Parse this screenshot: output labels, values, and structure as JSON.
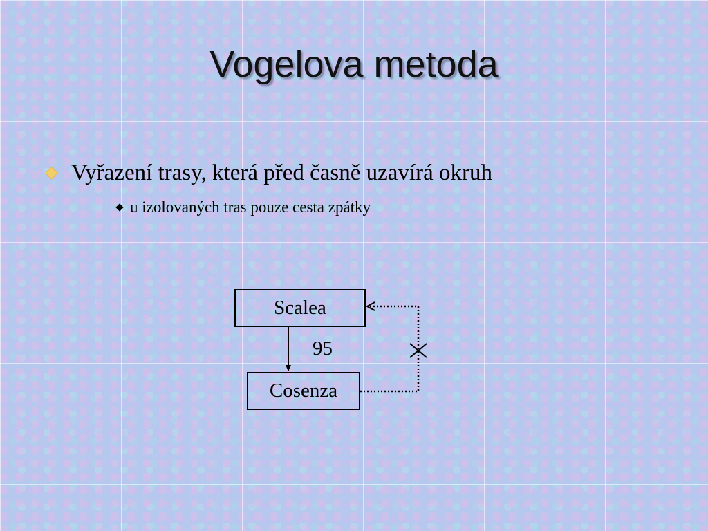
{
  "slide": {
    "title": "Vogelova metoda",
    "bullets": [
      {
        "text": "Vyřazení trasy, která před časně uzavírá okruh",
        "bullet_color": "#f3cf6a"
      },
      {
        "text": "u izolovaných tras pouze cesta zpátky",
        "bullet_color": "#000000"
      }
    ]
  },
  "diagram": {
    "nodes": {
      "scalea": "Scalea",
      "cosenza": "Cosenza"
    },
    "edge_label": "95",
    "return_path": {
      "style": "dotted",
      "blocked": true
    }
  }
}
